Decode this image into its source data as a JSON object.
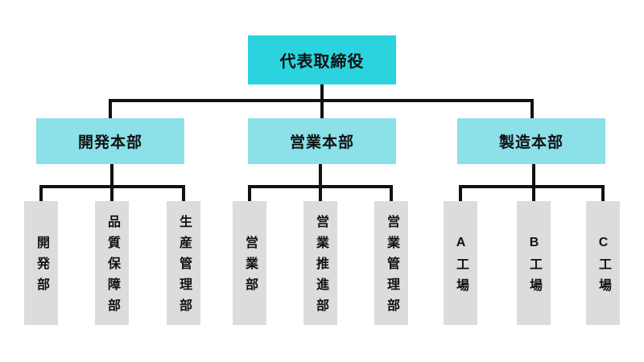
{
  "org": {
    "root": {
      "label": "代表取締役"
    },
    "divisions": [
      {
        "label": "開発本部",
        "departments": [
          {
            "label": "開発部"
          },
          {
            "label": "品質保障部"
          },
          {
            "label": "生産管理部"
          }
        ]
      },
      {
        "label": "営業本部",
        "departments": [
          {
            "label": "営業部"
          },
          {
            "label": "営業推進部"
          },
          {
            "label": "営業管理部"
          }
        ]
      },
      {
        "label": "製造本部",
        "departments": [
          {
            "label": "A工場"
          },
          {
            "label": "B工場"
          },
          {
            "label": "C工場"
          }
        ]
      }
    ],
    "colors": {
      "root_fill": "#2bd3de",
      "division_fill": "#8ce0e8",
      "department_fill": "#dcdcdc",
      "connector_line": "#111111",
      "text": "#111111",
      "background": "#ffffff"
    }
  }
}
